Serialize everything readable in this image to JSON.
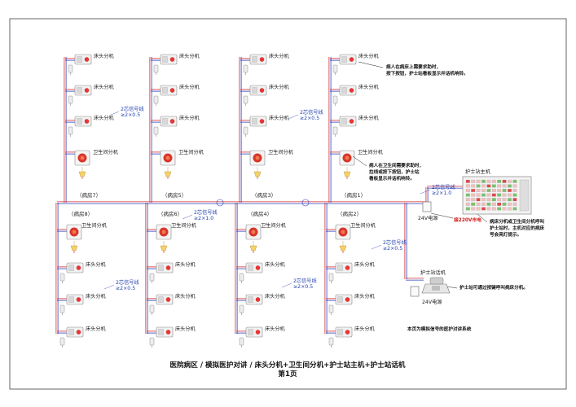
{
  "labels": {
    "bedside": "床头分机",
    "toilet": "卫生间分机",
    "station_master": "护士站主机",
    "station_phone": "护士站话机",
    "power_24v": "24V电源",
    "mains_220v": "接220V市电"
  },
  "rooms_top": [
    "（病房7）",
    "（病房5）",
    "（病房3）",
    "（病房1）"
  ],
  "rooms_bottom": [
    "（病房8）",
    "（病房6）",
    "（病房4）",
    "（病房2）"
  ],
  "wire_labels": {
    "w1": {
      "l1": "2芯信号线",
      "l2": "≥2×0.5"
    },
    "w2": {
      "l1": "2芯信号线",
      "l2": "≥2×0.5"
    },
    "w3": {
      "l1": "2芯信号线",
      "l2": "≥2×1.0"
    },
    "w4": {
      "l1": "2芯信号线",
      "l2": "≥2×0.5"
    },
    "w5": {
      "l1": "2芯信号线",
      "l2": "≥2×0.5"
    },
    "w6": {
      "l1": "2芯信号线",
      "l2": "≥2×1.0"
    },
    "w7": {
      "l1": "2芯信号线",
      "l2": "≥2×0.5"
    }
  },
  "notes": {
    "n1": [
      "病人在病床上需要求助时，",
      "按下按钮，护士站看板显示并话机响铃。"
    ],
    "n2": [
      "病人在卫生间需要求助时，",
      "拉线或按下按钮，护士站",
      "看板显示并话机响铃。"
    ],
    "n3": [
      "病床分机或卫生间分机呼叫",
      "护士站时，主机对应的病床",
      "号会亮灯提示。"
    ],
    "n4": [
      "护士站可通过按键呼叫病床分机。"
    ],
    "footer_note": "本页为模拟信号的医护对讲系统"
  },
  "title": "医院病区 / 模拟医护对讲 / 床头分机+卫生间分机+护士站主机+护士站话机",
  "page": "第1页",
  "colors": {
    "red_wire": "#d42a2a",
    "blue_wire": "#2a3fbf",
    "label_blue": "#1e3fae"
  }
}
